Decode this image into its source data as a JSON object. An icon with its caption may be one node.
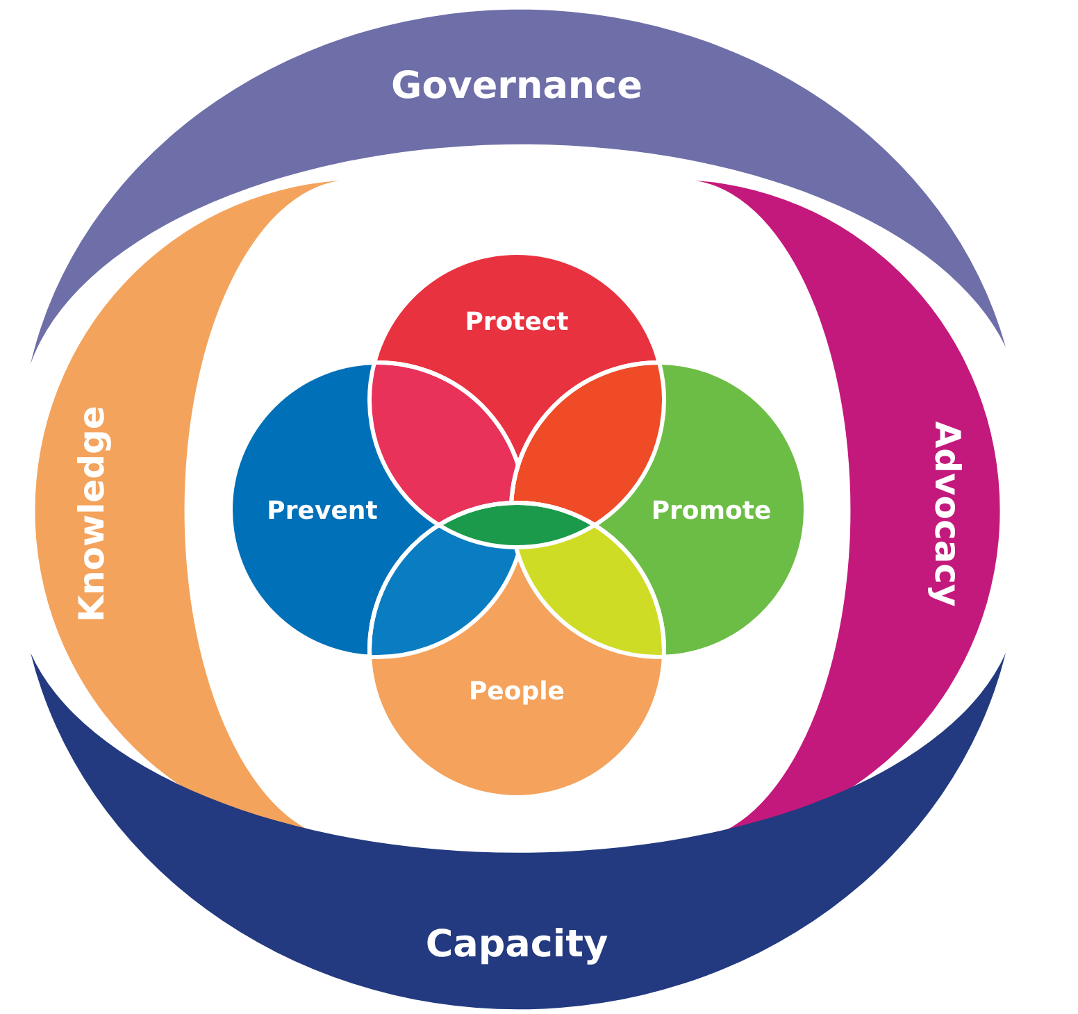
{
  "diagram": {
    "nodes": [
      {
        "text": [
          "Governance"
        ]
      },
      {
        "text": [
          "Knowledge"
        ]
      },
      {
        "text": [
          "Advocacy"
        ]
      },
      {
        "text": [
          "Capacity"
        ]
      },
      {
        "text": [
          "Protect"
        ]
      },
      {
        "text": [
          "Prevent"
        ]
      },
      {
        "text": [
          "Promote"
        ]
      },
      {
        "text": [
          "People"
        ]
      }
    ]
  }
}
